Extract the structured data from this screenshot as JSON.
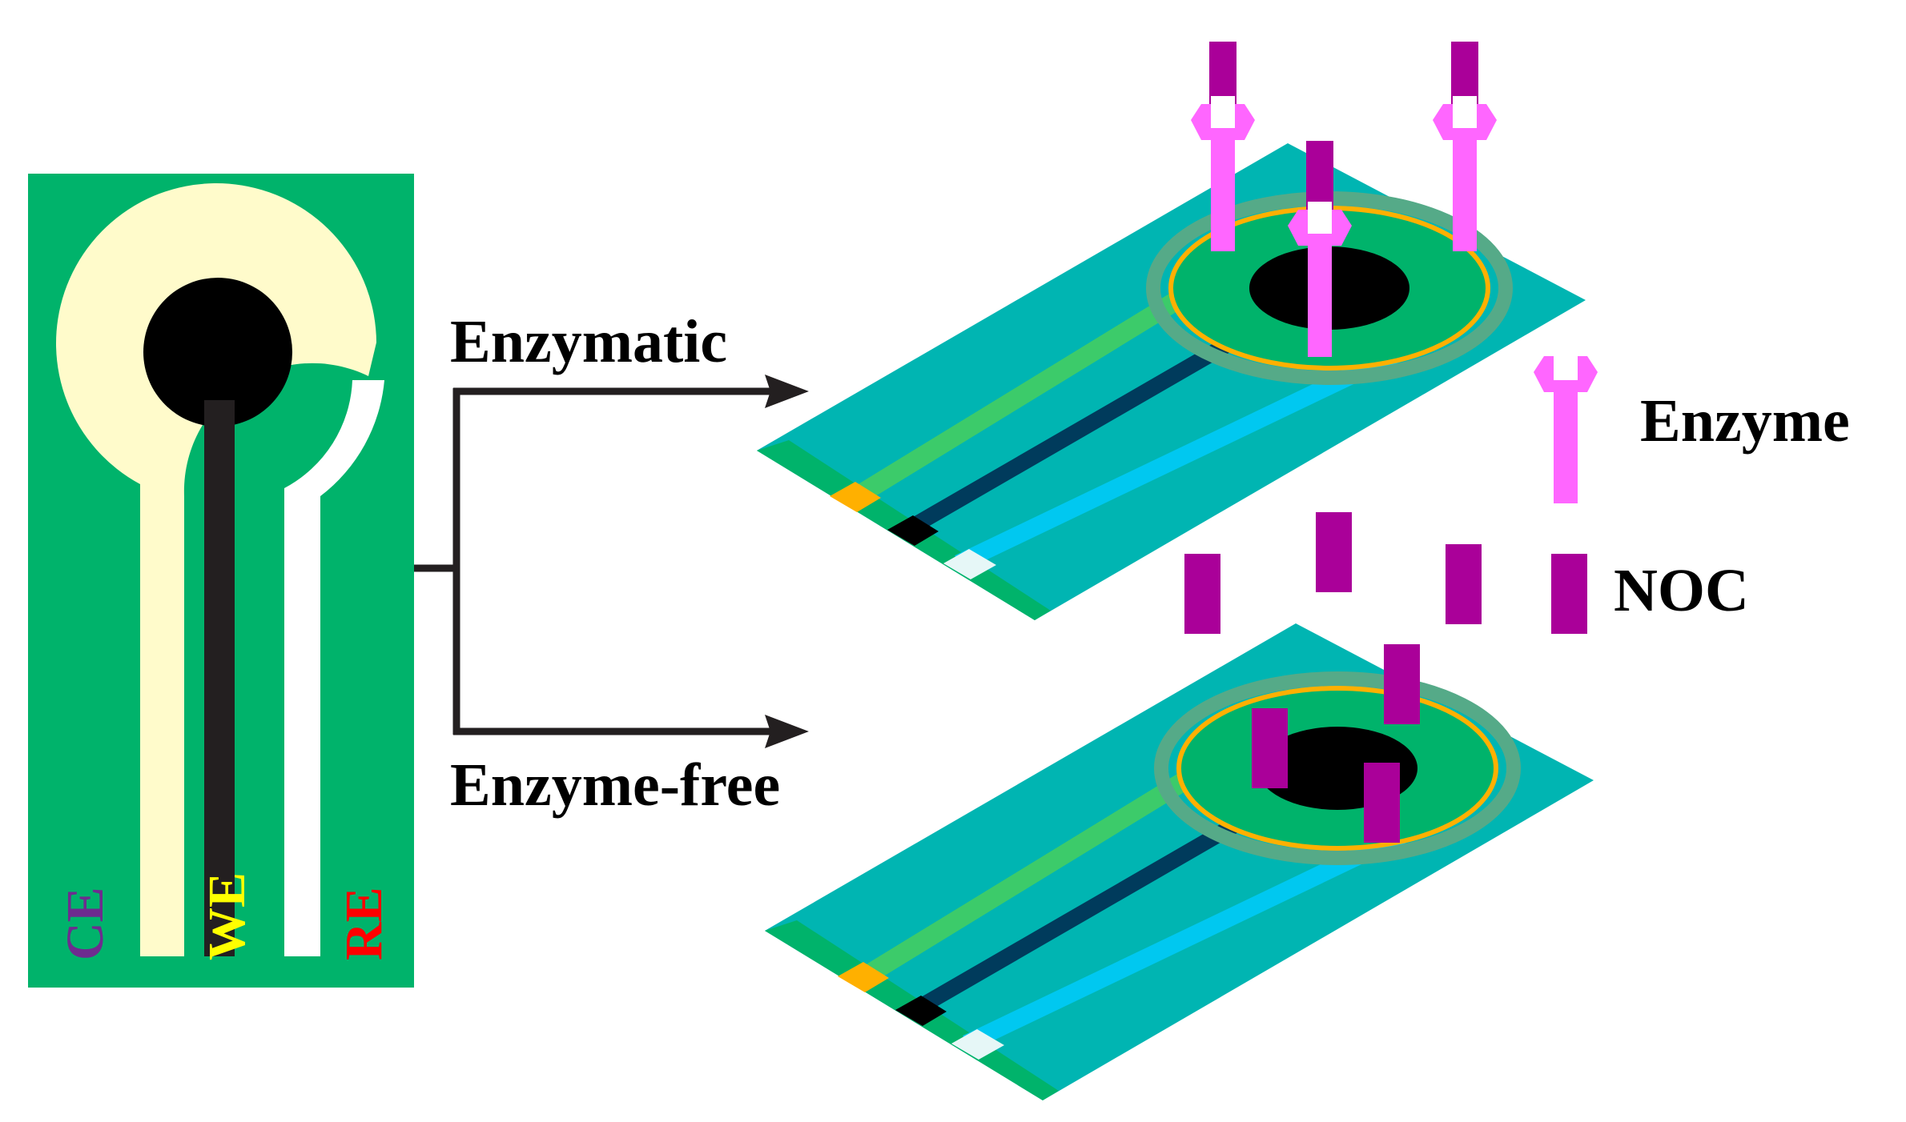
{
  "labels": {
    "ce": "CE",
    "we": "WE",
    "re": "RE",
    "enzymatic": "Enzymatic",
    "enzyme_free": "Enzyme-free",
    "legend_enzyme": "Enzyme",
    "legend_noc": "NOC"
  },
  "colors": {
    "electrode_green": "#00B36B",
    "counter_cream": "#FFFBCB",
    "working_black": "#000000",
    "reference_white": "#FFFFFF",
    "substrate_teal": "#00B5B2",
    "enzyme_pink": "#FF66FF",
    "noc_purple": "#AA0099",
    "ce_text": "#6E2B8F",
    "we_text": "#FFFF00",
    "re_text": "#FF0000",
    "arrow": "#231F20"
  }
}
